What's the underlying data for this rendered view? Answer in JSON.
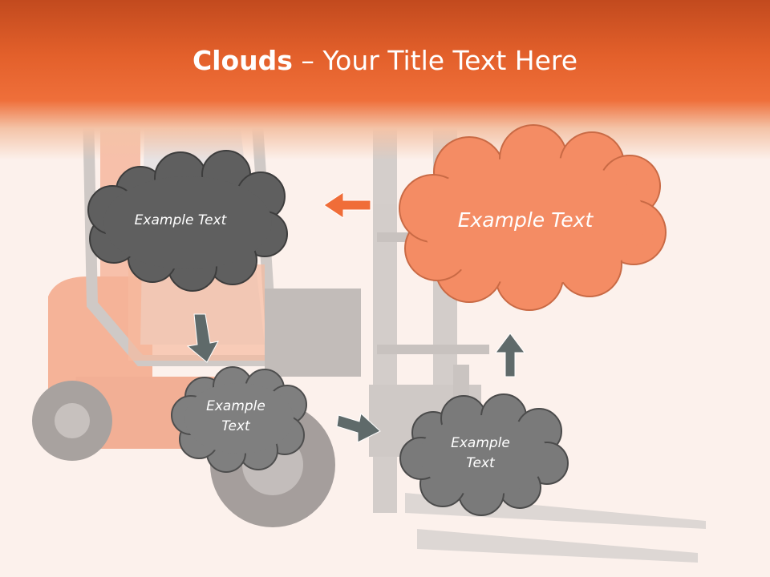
{
  "title": {
    "bold": "Clouds",
    "dash": " – ",
    "rest": "Your Title Text Here"
  },
  "clouds": {
    "top_left": {
      "text": "Example Text",
      "fill": "#5f5f5f"
    },
    "top_right": {
      "text": "Example Text",
      "fill": "#f48c64"
    },
    "middle": {
      "line1": "Example",
      "line2": "Text",
      "fill": "#7f7f7f"
    },
    "bottom_right": {
      "line1": "Example",
      "line2": "Text",
      "fill": "#7a7a7a"
    }
  },
  "colors": {
    "header": "#e3602b",
    "arrow_orange": "#f06d38",
    "arrow_gray": "#5f6a6a"
  }
}
